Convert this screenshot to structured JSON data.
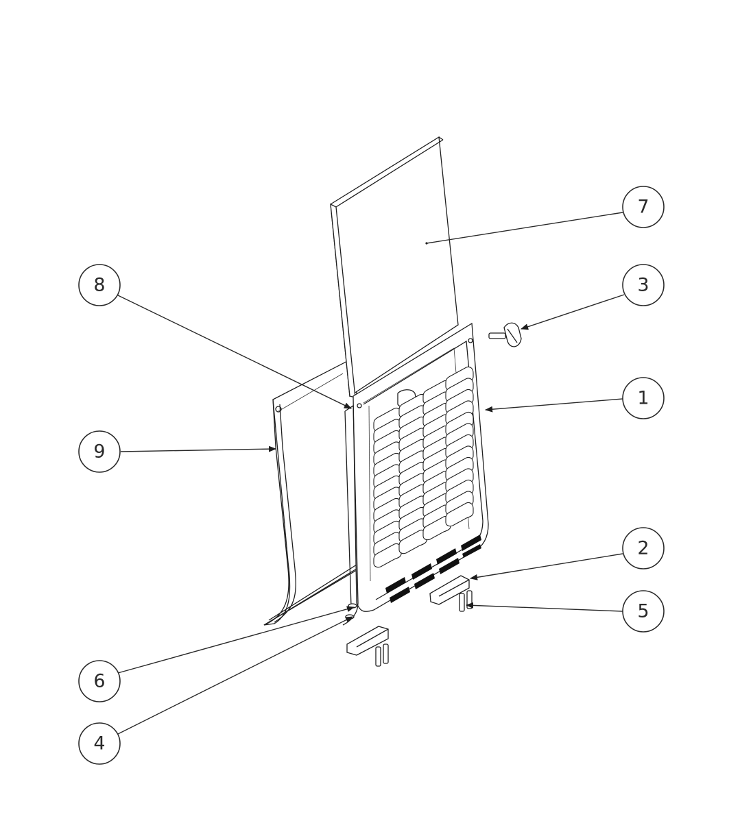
{
  "diagram": {
    "balloons": [
      {
        "id": "balloon-7",
        "label": "7"
      },
      {
        "id": "balloon-3",
        "label": "3"
      },
      {
        "id": "balloon-8",
        "label": "8"
      },
      {
        "id": "balloon-1",
        "label": "1"
      },
      {
        "id": "balloon-9",
        "label": "9"
      },
      {
        "id": "balloon-2",
        "label": "2"
      },
      {
        "id": "balloon-5",
        "label": "5"
      },
      {
        "id": "balloon-6",
        "label": "6"
      },
      {
        "id": "balloon-4",
        "label": "4"
      }
    ]
  }
}
